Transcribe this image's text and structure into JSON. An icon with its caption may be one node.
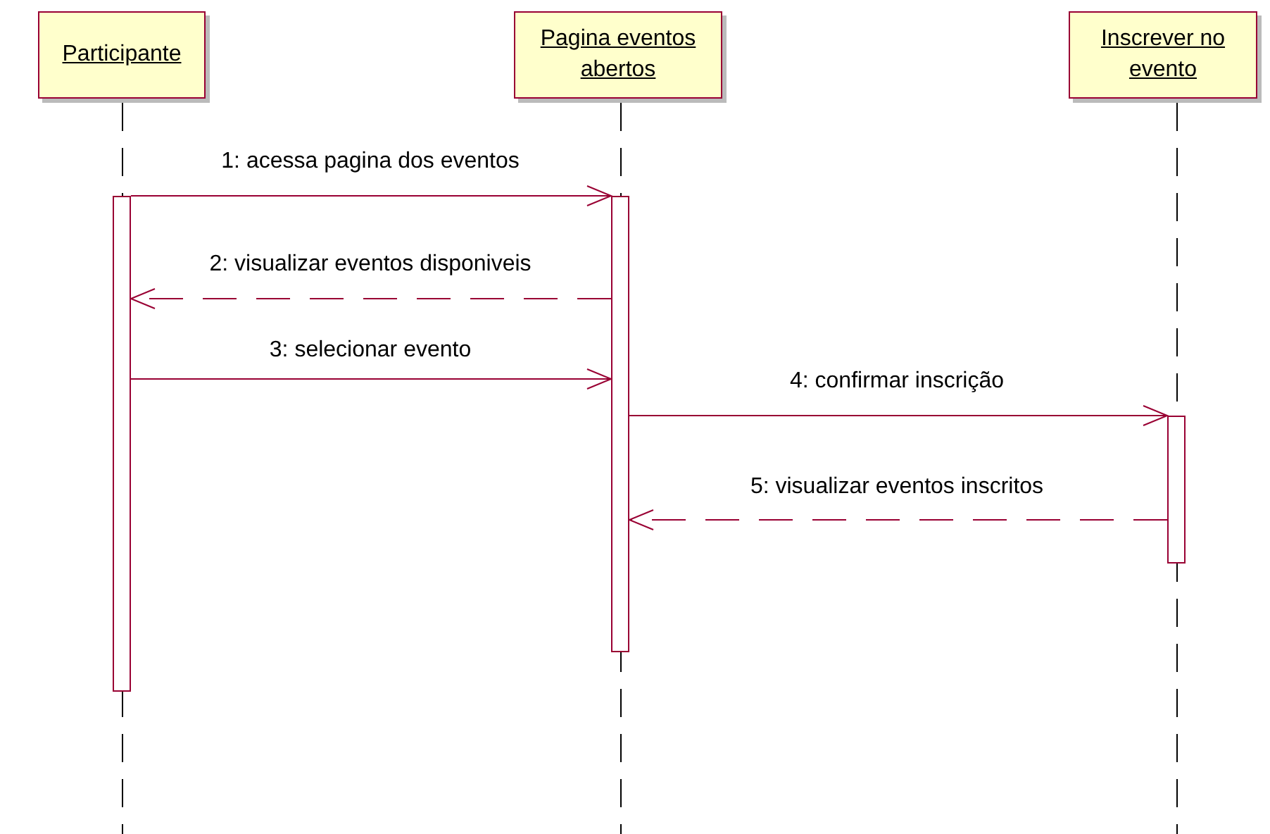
{
  "diagram": {
    "nodes": [
      {
        "text": [
          "Participante"
        ]
      },
      {
        "text": [
          "Pagina eventos abertos"
        ]
      },
      {
        "text": [
          "Inscrever no evento"
        ]
      },
      {
        "text": [],
        "shape": "bar"
      },
      {
        "text": [],
        "shape": "bar"
      },
      {
        "text": [],
        "shape": "bar"
      }
    ],
    "edges": [
      {
        "from": 3,
        "to": 4,
        "arrow": "to",
        "label": "1: acessa pagina dos eventos"
      },
      {
        "from": 4,
        "to": 3,
        "arrow": "to",
        "label": "2: visualizar eventos disponiveis",
        "style": "dashed"
      },
      {
        "from": 3,
        "to": 4,
        "arrow": "to",
        "label": "3: selecionar evento"
      },
      {
        "from": 4,
        "to": 5,
        "arrow": "to",
        "label": "4: confirmar inscrição"
      },
      {
        "from": 5,
        "to": 4,
        "arrow": "to",
        "label": "5: visualizar eventos inscritos",
        "style": "dashed"
      }
    ]
  }
}
